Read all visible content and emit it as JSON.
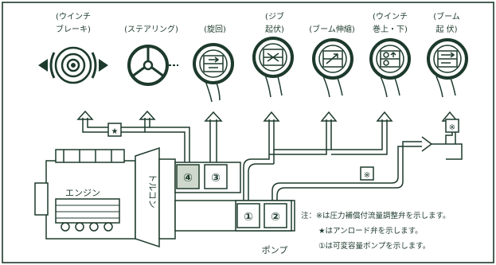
{
  "labels": {
    "winch_brake": "(ウインチ\nブレーキ)",
    "steering": "(ステアリング)",
    "swing": "(旋回)",
    "jib": "(ジブ\n起伏)",
    "boom_telescope": "(ブーム伸縮)",
    "winch_updown": "(ウインチ\n巻上・下)",
    "boom_luffing": "(ブーム\n起 伏)",
    "engine": "エンジン",
    "torque_converter": "トルコン",
    "pump": "ポンプ"
  },
  "pumps": {
    "p1": "①",
    "p2": "②",
    "p3": "③",
    "p4": "④"
  },
  "markers": {
    "star": "★",
    "asterisk": "※"
  },
  "notes": {
    "line1": "注：※は圧力補償付流量調整弁を示します。",
    "line2": "★はアンロード弁を示します。",
    "line3": "①は可変容量ポンプを示します。"
  },
  "colors": {
    "ink": "#1d3a2c",
    "bg": "#ffffff",
    "highlight": "#cfd8cc"
  }
}
